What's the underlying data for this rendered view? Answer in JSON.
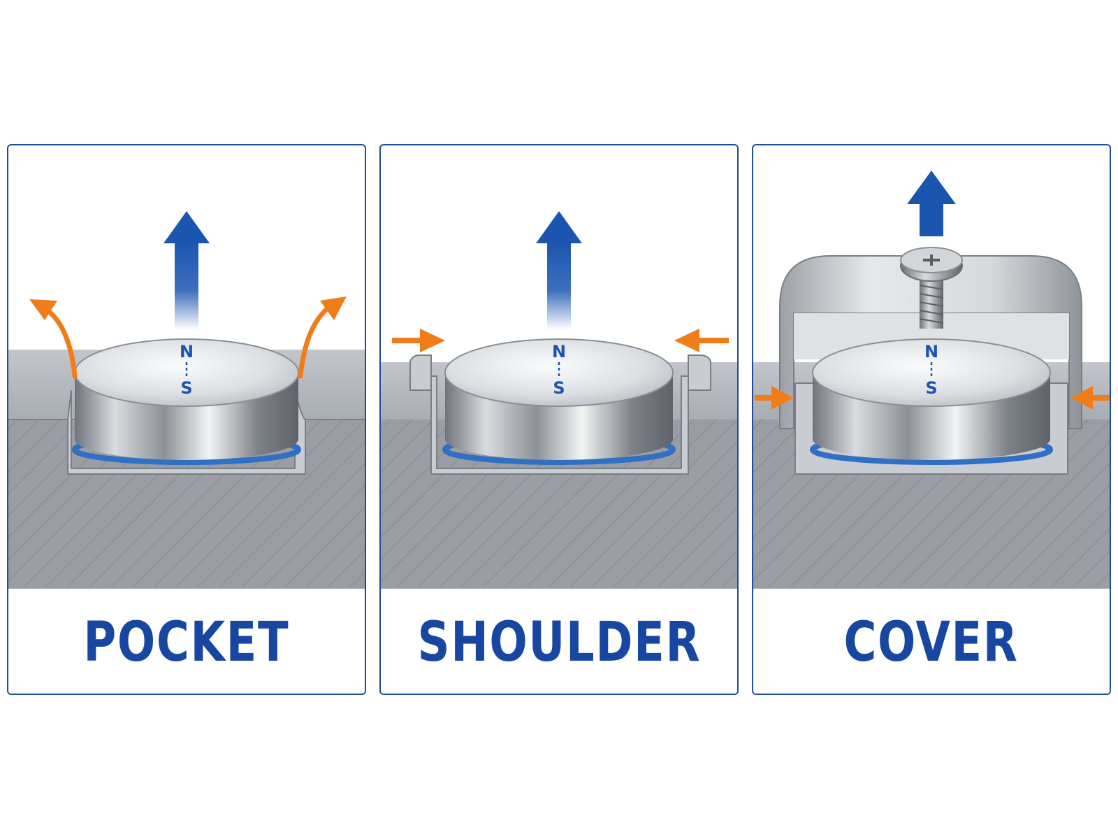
{
  "panels": [
    {
      "id": "pocket",
      "label": "POCKET",
      "pole_top": "N",
      "pole_bottom": "S"
    },
    {
      "id": "shoulder",
      "label": "SHOULDER",
      "pole_top": "N",
      "pole_bottom": "S"
    },
    {
      "id": "cover",
      "label": "COVER",
      "pole_top": "N",
      "pole_bottom": "S"
    }
  ],
  "colors": {
    "frame_blue": "#1f4c9a",
    "label_blue": "#1747a0",
    "pull_arrow_blue": "#1b55b0",
    "force_arrow_orange": "#f07d1a",
    "oring_blue": "#2f6fc4",
    "steel_gray": "#9a9ea4"
  },
  "icons": [
    "pull-arrow-icon",
    "retention-arrow-icon",
    "screw-icon",
    "magnet-disc-icon",
    "o-ring-icon"
  ]
}
